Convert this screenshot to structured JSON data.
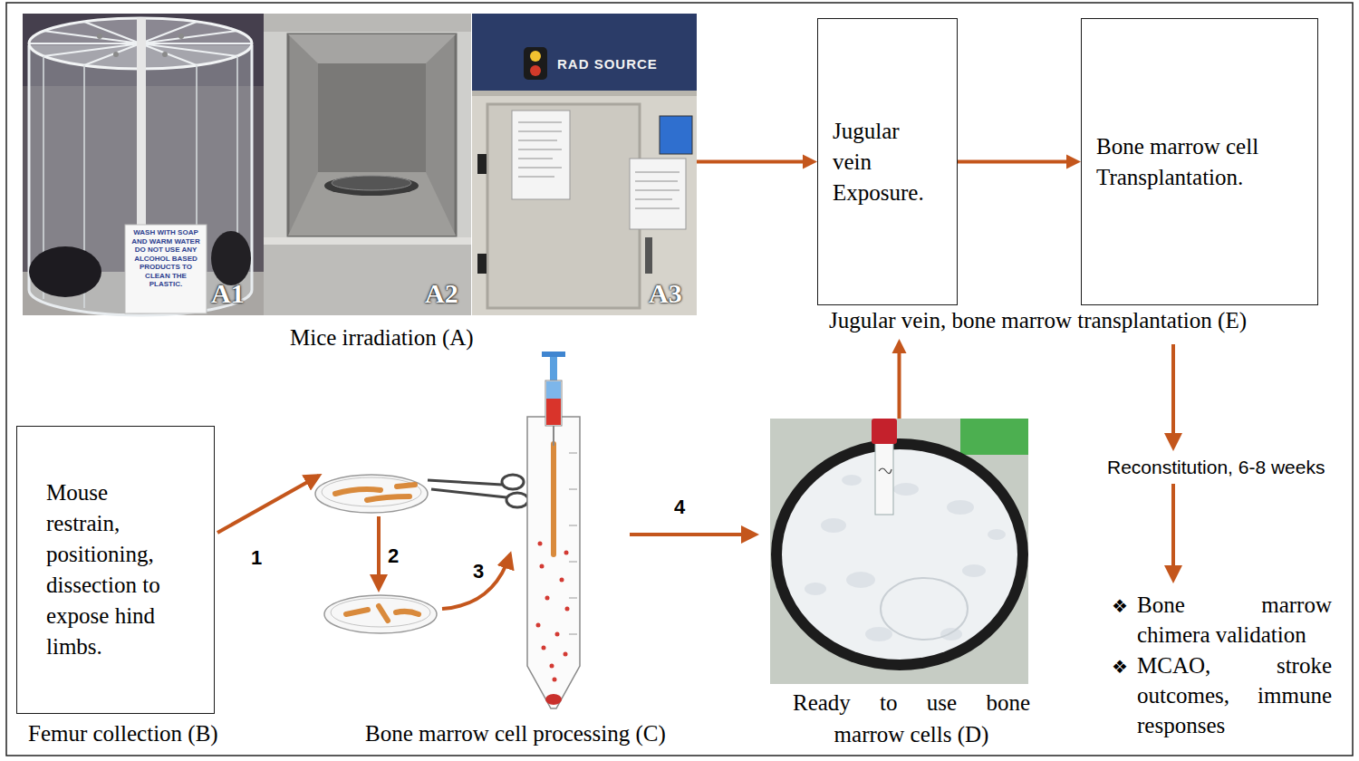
{
  "diagram": {
    "nodes": [
      {
        "text": [
          "WASH WITH SOAP AND WARM WATER DO NOT USE ANY ALCOHOL BASED PRODUCTS TO CLEAN THE PLASTIC.",
          "A1"
        ]
      },
      {
        "text": [
          "A2"
        ]
      },
      {
        "text": [
          "RAD SOURCE",
          "A3"
        ]
      },
      {
        "text": [
          "Jugular vein, bone marrow transplantation (E)"
        ]
      },
      {
        "text": [
          "Jugular vein Exposure."
        ],
        "in": 3
      },
      {
        "text": [
          "Bone marrow cell Transplantation."
        ],
        "in": 3
      },
      {
        "text": [
          "Mouse restrain, positioning, dissection to expose hind limbs.",
          "Femur collection (B)"
        ]
      },
      {
        "text": [
          "Ready to use bone marrow cells (D)"
        ]
      }
    ],
    "edges": [
      {
        "from": 2,
        "to": 4,
        "arrow": "to"
      },
      {
        "from": 4,
        "to": 5,
        "arrow": "to"
      },
      {
        "from": 7,
        "to": 3,
        "arrow": "to"
      }
    ],
    "labels": [
      "Mice irradiation (A)",
      "1",
      "2",
      "3",
      "4",
      "Bone marrow cell processing (C)",
      "Reconstitution, 6-8 weeks",
      "❖",
      "Bone marrow chimera validation",
      "❖",
      "MCAO, stroke outcomes, immune responses"
    ]
  }
}
